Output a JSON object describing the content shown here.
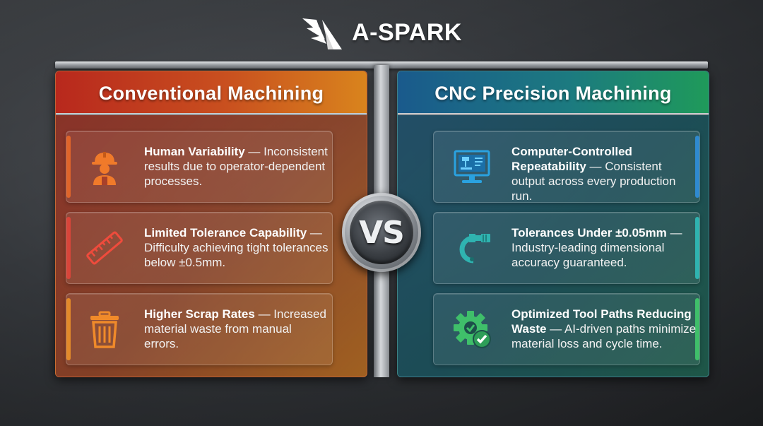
{
  "brand": {
    "name": "A-SPARK"
  },
  "vs_label": "VS",
  "colors": {
    "conventional_accent": "#c9501f",
    "cnc_accent": "#1c7a80",
    "icon_orange": "#f07a2a",
    "icon_teal": "#2fb3b0",
    "icon_blue": "#2aa2e0",
    "icon_green": "#3fbf6a"
  },
  "left_panel": {
    "title": "Conventional Machining",
    "cards": [
      {
        "icon": "worker-hardhat-icon",
        "bold": "Human Variability",
        "text": " — Inconsistent results due to operator-dependent processes."
      },
      {
        "icon": "ruler-icon",
        "bold": "Limited Tolerance Capability",
        "text": " — Difficulty achieving tight tolerances below ±0.5mm."
      },
      {
        "icon": "trash-bin-icon",
        "bold": "Higher Scrap Rates",
        "text": " — Increased material waste from manual errors."
      }
    ]
  },
  "right_panel": {
    "title": "CNC Precision Machining",
    "cards": [
      {
        "icon": "computer-cnc-icon",
        "bold": "Computer-Controlled Repeatability",
        "text": " — Consistent output across every production run."
      },
      {
        "icon": "micrometer-icon",
        "bold": "Tolerances Under ±0.05mm",
        "text": " — Industry-leading dimensional accuracy guaranteed."
      },
      {
        "icon": "gear-check-icon",
        "bold": "Optimized Tool Paths Reducing Waste",
        "text": " — AI-driven paths minimize material loss and cycle time."
      }
    ]
  }
}
